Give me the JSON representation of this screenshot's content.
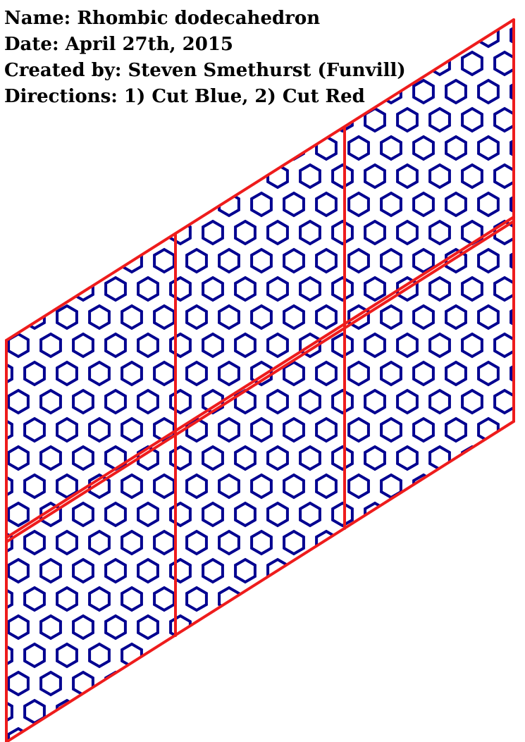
{
  "header": {
    "name_line": "Name: Rhombic dodecahedron",
    "date_line": "Date: April 27th, 2015",
    "creator_line": "Created by: Steven Smethurst (Funvill)",
    "directions_line": "Directions: 1) Cut Blue, 2) Cut Red"
  },
  "colors": {
    "cut_blue": "#000090",
    "cut_red": "#ee1c1c",
    "background": "#ffffff",
    "text": "#000000"
  },
  "pattern": {
    "shape": "hexagon",
    "panel_shape": "rhombus",
    "panel_count": 6
  }
}
